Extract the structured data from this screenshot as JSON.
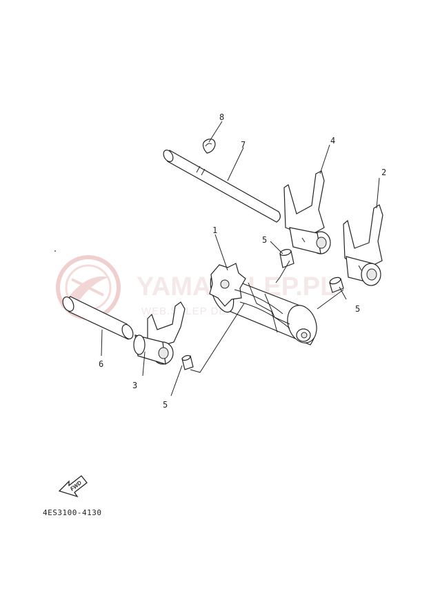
{
  "watermark": {
    "main": "YAMASKLEP.PL",
    "sub": "WEB.SKLEP DEALER YAMAHA",
    "logo_color": "#e8b4b4"
  },
  "callouts": [
    "1",
    "2",
    "3",
    "4",
    "5",
    "5",
    "5",
    "6",
    "7",
    "8"
  ],
  "fwd_label": "FWD",
  "diagram_code": "4ES3100-4130"
}
